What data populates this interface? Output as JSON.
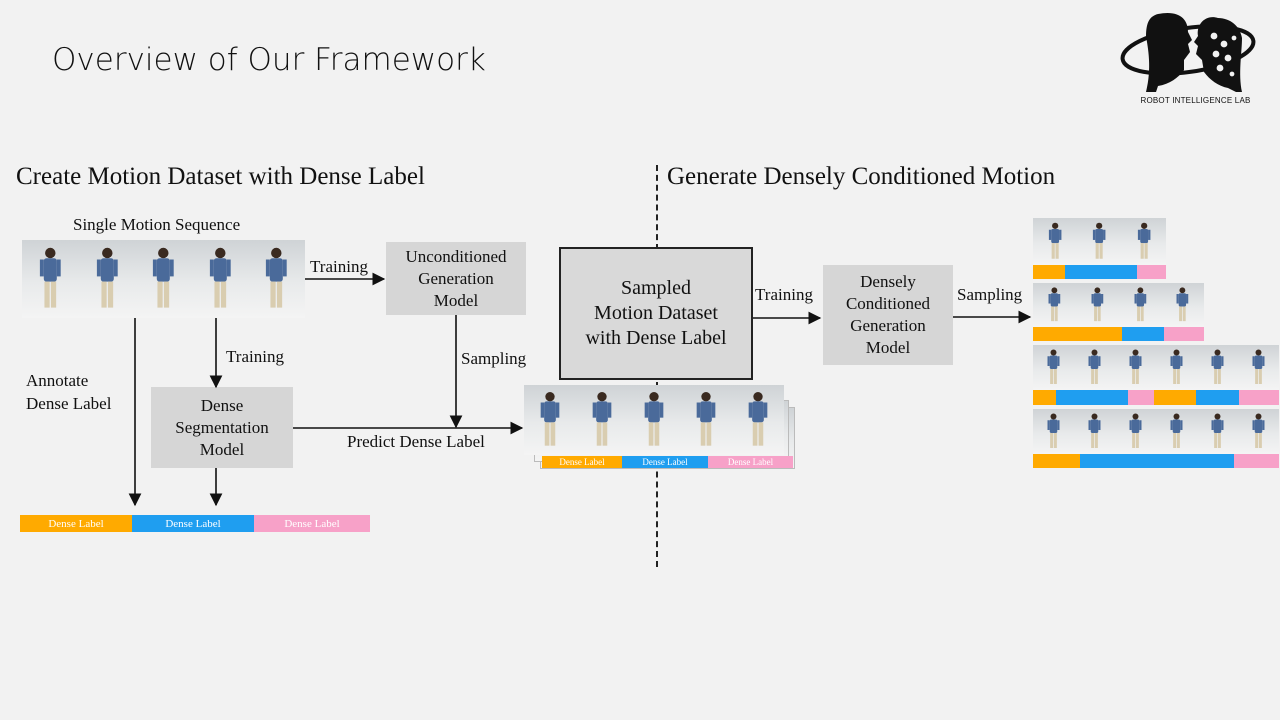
{
  "title": "Overview of Our Framework",
  "logo": {
    "text": "ROBOT INTELLIGENCE LAB",
    "icon": "head-profile-logo-icon"
  },
  "colors": {
    "orange": "#ffaa00",
    "blue": "#1f9ef0",
    "pink": "#f7a1c8",
    "box": "#d6d6d6",
    "background": "#f2f2f2"
  },
  "left": {
    "heading": "Create Motion Dataset with Dense Label",
    "single_sequence_label": "Single Motion Sequence",
    "training_label_1": "Training",
    "training_label_2": "Training",
    "annotate_label": "Annotate\nDense Label",
    "unconditioned_box": "Unconditioned\nGeneration\nModel",
    "segmentation_box": "Dense\nSegmentation\nModel",
    "sampling_label": "Sampling",
    "predict_label": "Predict Dense Label",
    "bottom_bar": [
      "Dense Label",
      "Dense Label",
      "Dense Label"
    ],
    "stack_bar": [
      "Dense Label",
      "Dense Label",
      "Dense Label"
    ]
  },
  "center": {
    "sampled_box": "Sampled\nMotion Dataset\nwith Dense Label",
    "training_label": "Training"
  },
  "right": {
    "heading": "Generate Densely Conditioned Motion",
    "densely_box": "Densely\nConditioned\nGeneration\nModel",
    "sampling_label": "Sampling"
  }
}
